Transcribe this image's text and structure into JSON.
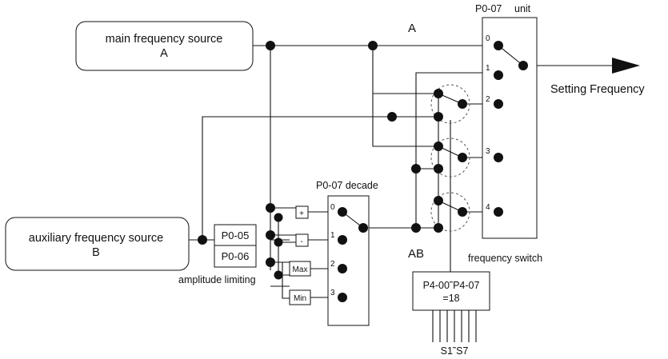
{
  "main_source": {
    "line1": "main frequency source",
    "line2": "A"
  },
  "aux_source": {
    "line1": "auxiliary frequency source",
    "line2": "B"
  },
  "label_A": "A",
  "label_AB": "AB",
  "p0_05": "P0-05",
  "p0_06": "P0-06",
  "amplitude_limiting": "amplitude limiting",
  "ops": {
    "plus": "+",
    "minus": "-",
    "max": "Max",
    "min": "Min"
  },
  "decade": {
    "title": "P0-07 decade",
    "inputs": [
      "0",
      "1",
      "2",
      "3"
    ]
  },
  "unit": {
    "title": "P0-07",
    "suffix": "unit",
    "inputs": [
      "0",
      "1",
      "2",
      "3",
      "4"
    ]
  },
  "output_label": "Setting Frequency",
  "freq_switch": {
    "label": "frequency switch",
    "line1": "P4-00˜P4-07",
    "line2": "=18"
  },
  "terminals": "S1˜S7"
}
